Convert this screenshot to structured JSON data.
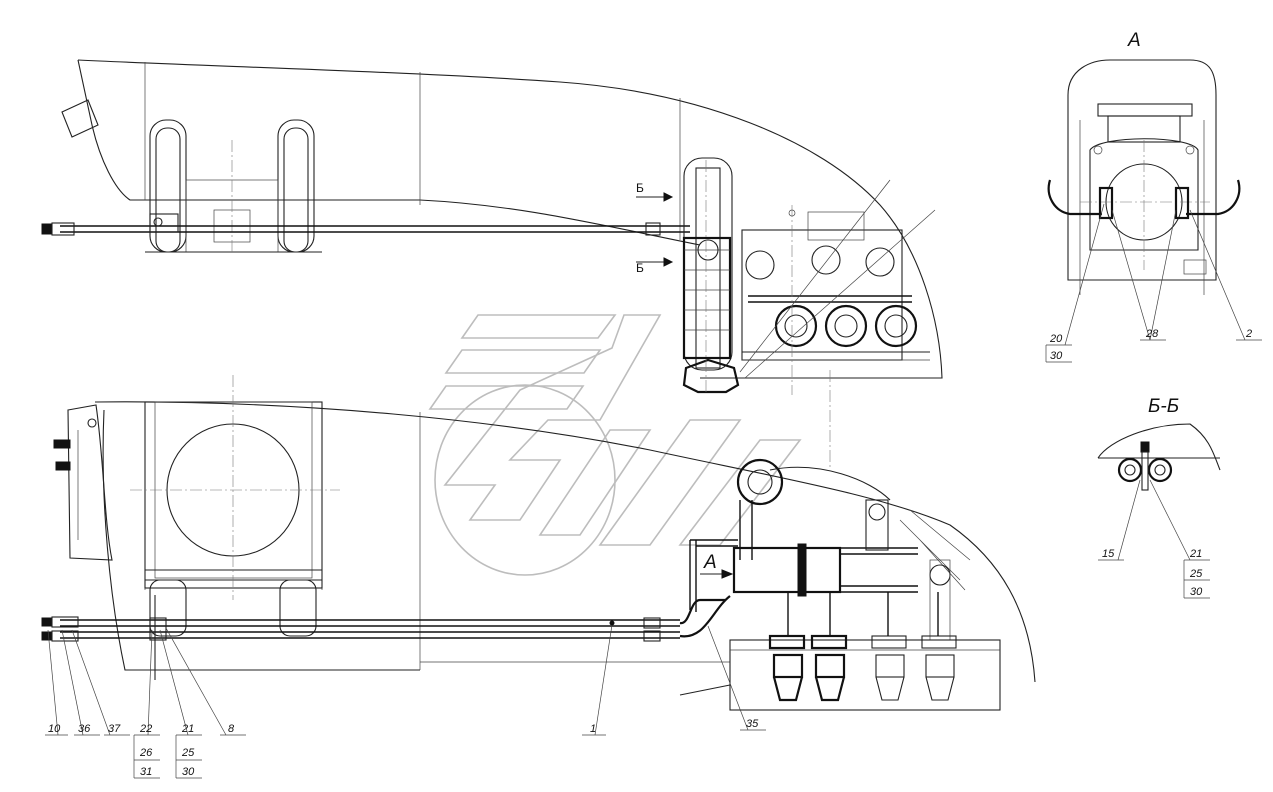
{
  "view_labels": {
    "view_a": "A",
    "section_bb": "Б-Б"
  },
  "section_markers": {
    "b_top": "Б",
    "b_bottom": "Б",
    "a_arrow": "A"
  },
  "callouts": {
    "c10": "10",
    "c36": "36",
    "c37": "37",
    "c22": "22",
    "c26": "26",
    "c31": "31",
    "c21": "21",
    "c25": "25",
    "c30": "30",
    "c8": "8",
    "c1": "1",
    "c35": "35",
    "va_20": "20",
    "va_30": "30",
    "va_28": "28",
    "va_2": "2",
    "bb_15": "15",
    "bb_21": "21",
    "bb_25": "25",
    "bb_30": "30"
  }
}
